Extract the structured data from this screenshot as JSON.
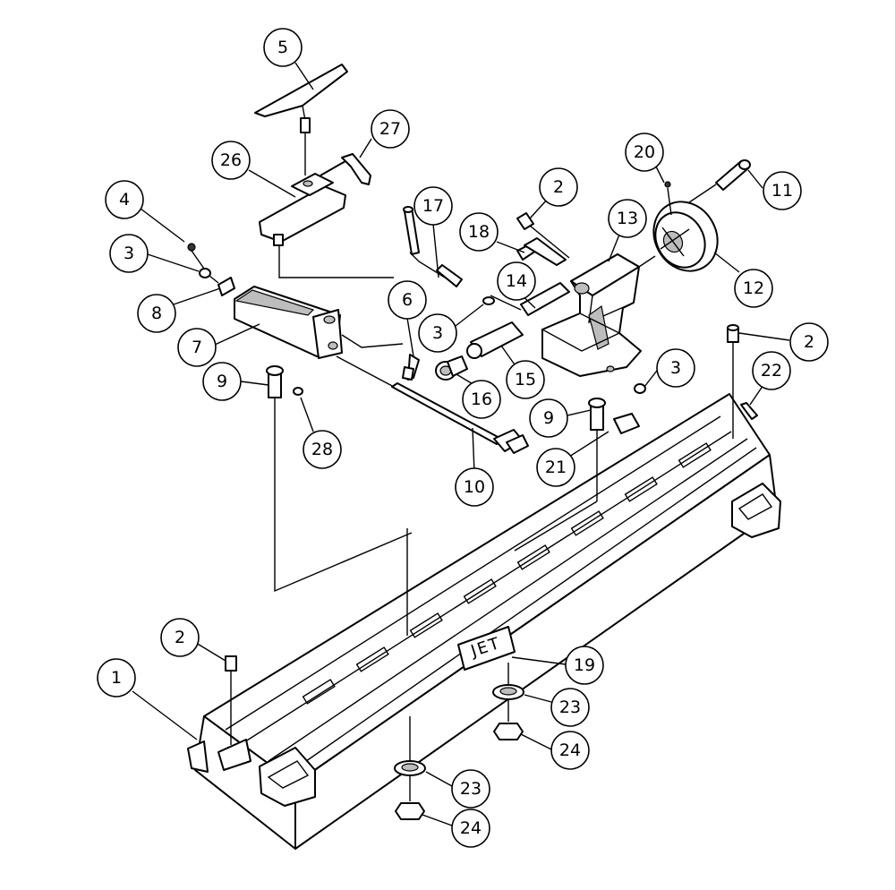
{
  "diagram": {
    "brand_plate_text": "JET",
    "callouts": [
      {
        "id": "c5",
        "label": "5"
      },
      {
        "id": "c27",
        "label": "27"
      },
      {
        "id": "c26",
        "label": "26"
      },
      {
        "id": "c4",
        "label": "4"
      },
      {
        "id": "c3a",
        "label": "3"
      },
      {
        "id": "c8",
        "label": "8"
      },
      {
        "id": "c7",
        "label": "7"
      },
      {
        "id": "c9a",
        "label": "9"
      },
      {
        "id": "c28",
        "label": "28"
      },
      {
        "id": "c17",
        "label": "17"
      },
      {
        "id": "c6",
        "label": "6"
      },
      {
        "id": "c3b",
        "label": "3"
      },
      {
        "id": "c16",
        "label": "16"
      },
      {
        "id": "c15",
        "label": "15"
      },
      {
        "id": "c14",
        "label": "14"
      },
      {
        "id": "c18",
        "label": "18"
      },
      {
        "id": "c2a",
        "label": "2"
      },
      {
        "id": "c13",
        "label": "13"
      },
      {
        "id": "c20",
        "label": "20"
      },
      {
        "id": "c11",
        "label": "11"
      },
      {
        "id": "c12",
        "label": "12"
      },
      {
        "id": "c3c",
        "label": "3"
      },
      {
        "id": "c2b",
        "label": "2"
      },
      {
        "id": "c22",
        "label": "22"
      },
      {
        "id": "c9b",
        "label": "9"
      },
      {
        "id": "c21",
        "label": "21"
      },
      {
        "id": "c10",
        "label": "10"
      },
      {
        "id": "c2c",
        "label": "2"
      },
      {
        "id": "c1",
        "label": "1"
      },
      {
        "id": "c19",
        "label": "19"
      },
      {
        "id": "c23a",
        "label": "23"
      },
      {
        "id": "c24a",
        "label": "24"
      },
      {
        "id": "c23b",
        "label": "23"
      },
      {
        "id": "c24b",
        "label": "24"
      }
    ]
  }
}
